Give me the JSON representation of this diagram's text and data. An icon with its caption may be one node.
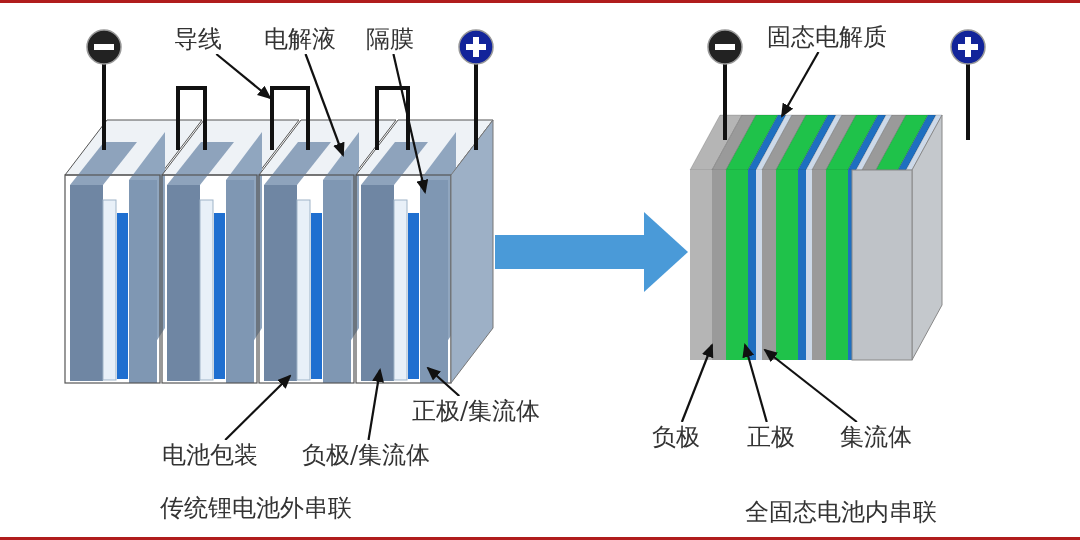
{
  "diagram": {
    "nodes": [
      {
        "text": [],
        "shape": "picture"
      },
      {
        "text": [],
        "shape": "picture"
      },
      {
        "text": [
          "导线"
        ]
      },
      {
        "text": [
          "电解液"
        ]
      },
      {
        "text": [
          "隔膜"
        ]
      },
      {
        "text": [
          "电池包装"
        ]
      },
      {
        "text": [
          "负极/集流体"
        ]
      },
      {
        "text": [
          "正极/集流体"
        ]
      },
      {
        "text": [
          "固态电解质"
        ]
      },
      {
        "text": [
          "负极"
        ]
      },
      {
        "text": [
          "正极"
        ]
      },
      {
        "text": [
          "集流体"
        ]
      }
    ],
    "edges": [
      {
        "from": 0,
        "to": 1,
        "arrow": "to",
        "style": "thick",
        "color": "#4a9ad8"
      },
      {
        "from": 2,
        "to": 0,
        "arrow": "to"
      },
      {
        "from": 3,
        "to": 0,
        "arrow": "to"
      },
      {
        "from": 4,
        "to": 0,
        "arrow": "to"
      },
      {
        "from": 5,
        "to": 0,
        "arrow": "to"
      },
      {
        "from": 6,
        "to": 0,
        "arrow": "to"
      },
      {
        "from": 7,
        "to": 0,
        "arrow": "to"
      },
      {
        "from": 8,
        "to": 1,
        "arrow": "to"
      },
      {
        "from": 9,
        "to": 1,
        "arrow": "to"
      },
      {
        "from": 10,
        "to": 1,
        "arrow": "to"
      },
      {
        "from": 11,
        "to": 1,
        "arrow": "to"
      }
    ],
    "labels": [
      "传统锂电池外串联",
      "全固态电池内串联"
    ]
  }
}
